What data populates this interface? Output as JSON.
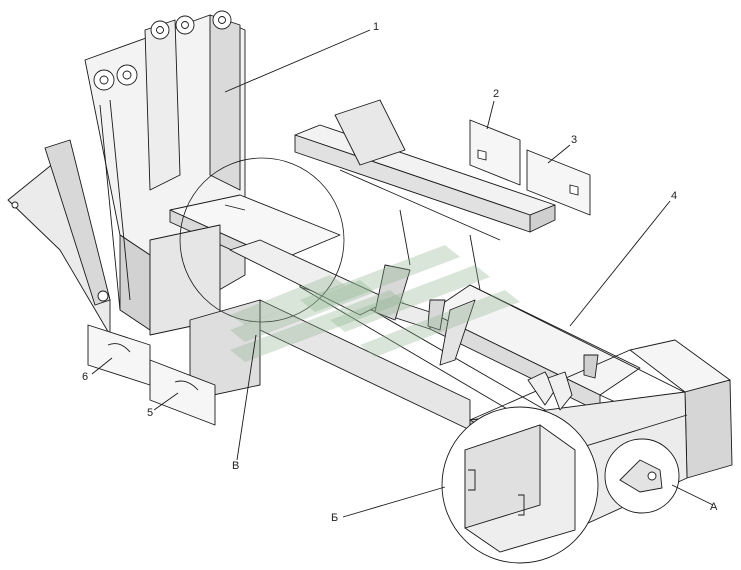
{
  "colors": {
    "background": "#ffffff",
    "line": "#1a1a1a",
    "shade_light": "#f2f2f2",
    "shade_mid": "#d9d9d9",
    "shade_dark": "#bdbdbd",
    "watermark": "#8fb48f"
  },
  "callouts": {
    "c1": "1",
    "c2": "2",
    "c3": "3",
    "c4": "4",
    "c5": "5",
    "c6": "6",
    "cA": "А",
    "cB": "Б",
    "cV": "В"
  }
}
